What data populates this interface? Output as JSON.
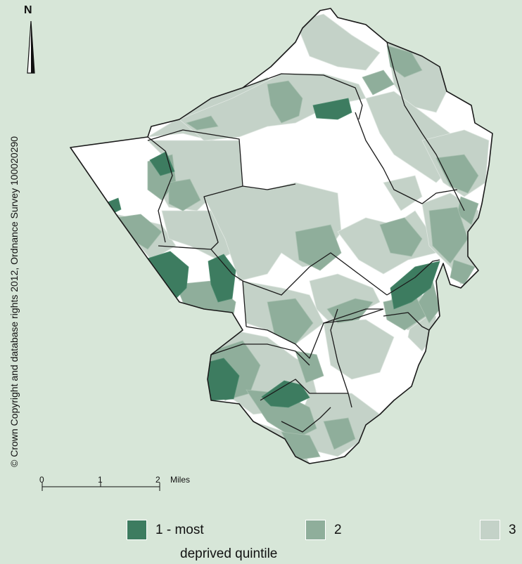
{
  "map": {
    "copyright": "© Crown Copyright and database rights 2012, Ordnance Survey 100020290",
    "north_label": "N",
    "scale": {
      "ticks": [
        "0",
        "1",
        "2"
      ],
      "unit": "Miles"
    },
    "legend": {
      "items": [
        {
          "label": "1 - most",
          "color": "#3d7c60"
        },
        {
          "label": "2",
          "color": "#8fae9b"
        },
        {
          "label": "3",
          "color": "#c4d2c8"
        }
      ],
      "subtitle": "deprived quintile"
    },
    "colors": {
      "background": "#d7e6d8",
      "quintile_4_5": "#ffffff",
      "boundary": "#1a1a1a"
    }
  }
}
